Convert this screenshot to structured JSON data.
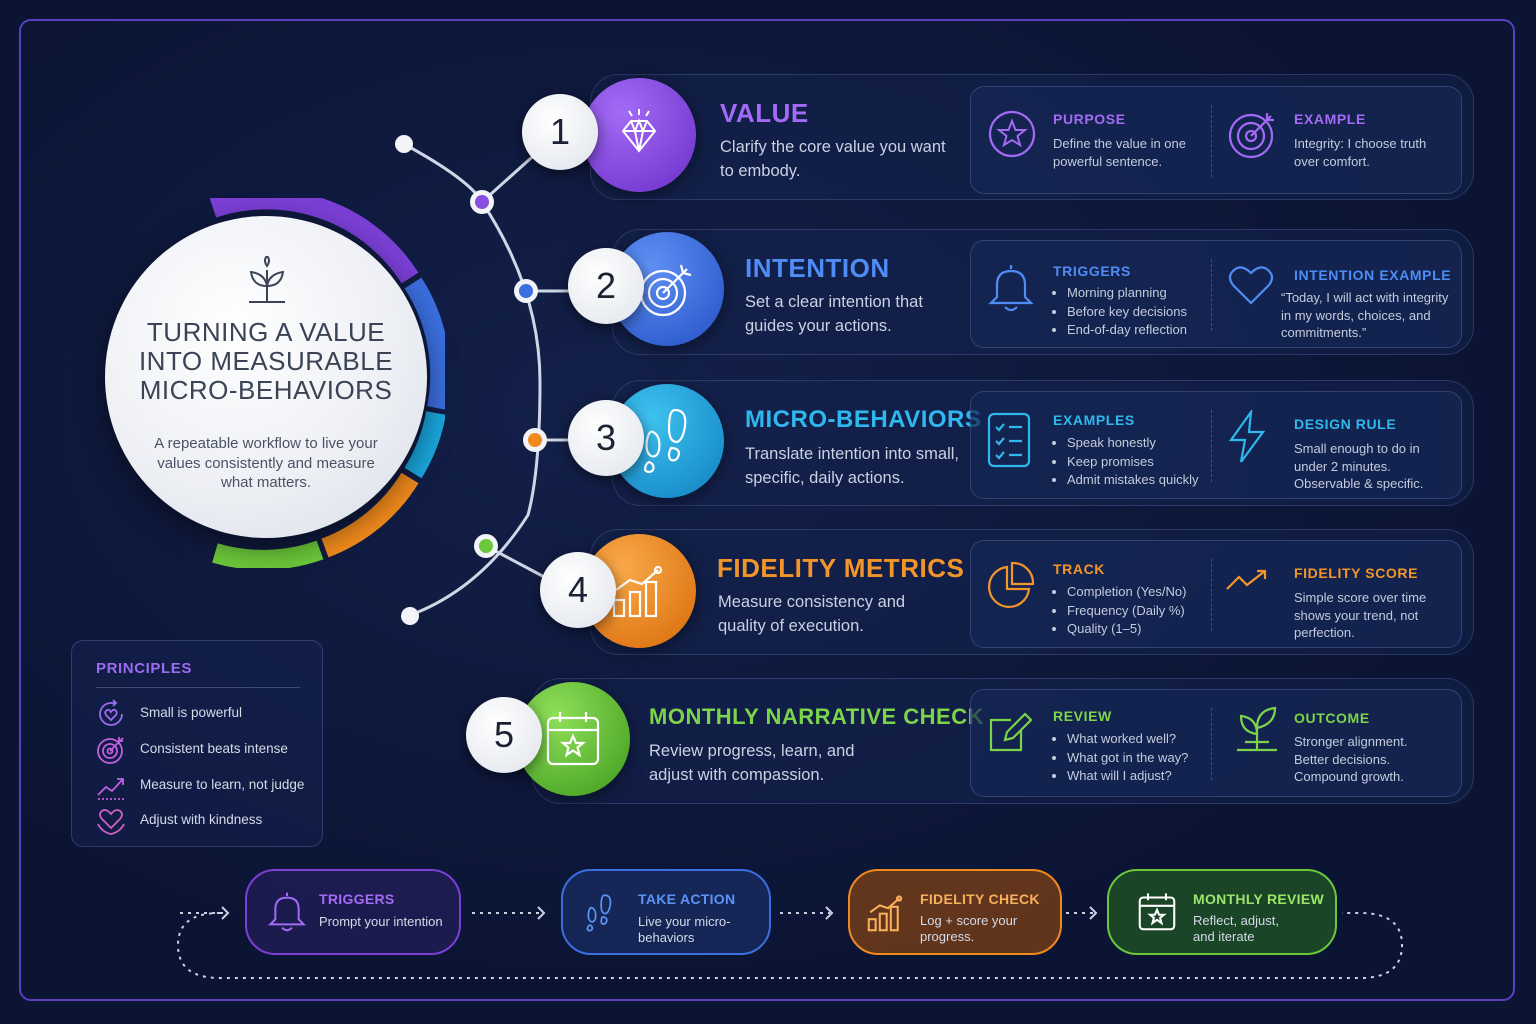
{
  "hub": {
    "title": "TURNING A VALUE INTO MEASURABLE MICRO-BEHAVIORS",
    "subtitle": "A repeatable workflow to live your values consistently and measure what matters.",
    "icon": "sprout-icon"
  },
  "steps": [
    {
      "number": "1",
      "title": "VALUE",
      "description": "Clarify the core value you want to embody.",
      "color": "#8a4fe0",
      "icon": "diamond-icon",
      "left": {
        "title": "PURPOSE",
        "text": "Define the value in one powerful sentence.",
        "icon": "star-circle-icon"
      },
      "right": {
        "title": "EXAMPLE",
        "text": "Integrity: I choose truth over comfort.",
        "icon": "target-icon"
      }
    },
    {
      "number": "2",
      "title": "INTENTION",
      "description": "Set a clear intention that guides your actions.",
      "color": "#3b6fe0",
      "icon": "bullseye-icon",
      "left": {
        "title": "TRIGGERS",
        "items": [
          "Morning planning",
          "Before key decisions",
          "End-of-day reflection"
        ],
        "icon": "bell-icon"
      },
      "right": {
        "title": "INTENTION EXAMPLE",
        "text": "“Today, I will act with integrity in my words, choices, and commitments.”",
        "icon": "heart-icon"
      }
    },
    {
      "number": "3",
      "title": "MICRO-BEHAVIORS",
      "description": "Translate intention into small, specific, daily actions.",
      "color": "#1aa6dc",
      "icon": "footprints-icon",
      "left": {
        "title": "EXAMPLES",
        "items": [
          "Speak honestly",
          "Keep promises",
          "Admit mistakes quickly"
        ],
        "icon": "checklist-icon"
      },
      "right": {
        "title": "DESIGN RULE",
        "text": "Small enough to do in under 2 minutes. Observable & specific.",
        "icon": "lightning-icon"
      }
    },
    {
      "number": "4",
      "title": "FIDELITY METRICS",
      "description": "Measure consistency and quality of execution.",
      "color": "#f08a1c",
      "icon": "bar-chart-icon",
      "left": {
        "title": "TRACK",
        "items": [
          "Completion (Yes/No)",
          "Frequency (Daily %)",
          "Quality (1–5)"
        ],
        "icon": "pie-chart-icon"
      },
      "right": {
        "title": "FIDELITY SCORE",
        "text": "Simple score over time shows your trend, not perfection.",
        "icon": "trend-up-icon"
      }
    },
    {
      "number": "5",
      "title": "MONTHLY NARRATIVE CHECK",
      "description": "Review progress, learn, and adjust with compassion.",
      "color": "#6cc83a",
      "icon": "calendar-star-icon",
      "left": {
        "title": "REVIEW",
        "items": [
          "What worked well?",
          "What got in the way?",
          "What will I adjust?"
        ],
        "icon": "pencil-square-icon"
      },
      "right": {
        "title": "OUTCOME",
        "text": "Stronger alignment. Better decisions. Compound growth.",
        "icon": "sprout-icon"
      }
    }
  ],
  "principles": {
    "title": "PRINCIPLES",
    "items": [
      {
        "label": "Small is powerful",
        "icon": "refresh-heart-icon"
      },
      {
        "label": "Consistent beats intense",
        "icon": "target-icon"
      },
      {
        "label": "Measure to learn, not judge",
        "icon": "trend-line-icon"
      },
      {
        "label": "Adjust with kindness",
        "icon": "heart-hands-icon"
      }
    ]
  },
  "loop": [
    {
      "title": "TRIGGERS",
      "text": "Prompt your intention",
      "color": "#8a4fe0",
      "icon": "bell-icon"
    },
    {
      "title": "TAKE ACTION",
      "text": "Live your micro-behaviors",
      "color": "#3b6fe0",
      "icon": "footprints-icon"
    },
    {
      "title": "FIDELITY CHECK",
      "text": "Log + score your progress.",
      "color": "#f08a1c",
      "icon": "bar-chart-icon"
    },
    {
      "title": "MONTHLY REVIEW",
      "text": "Reflect, adjust, and iterate",
      "color": "#6cc83a",
      "icon": "calendar-star-icon"
    }
  ]
}
